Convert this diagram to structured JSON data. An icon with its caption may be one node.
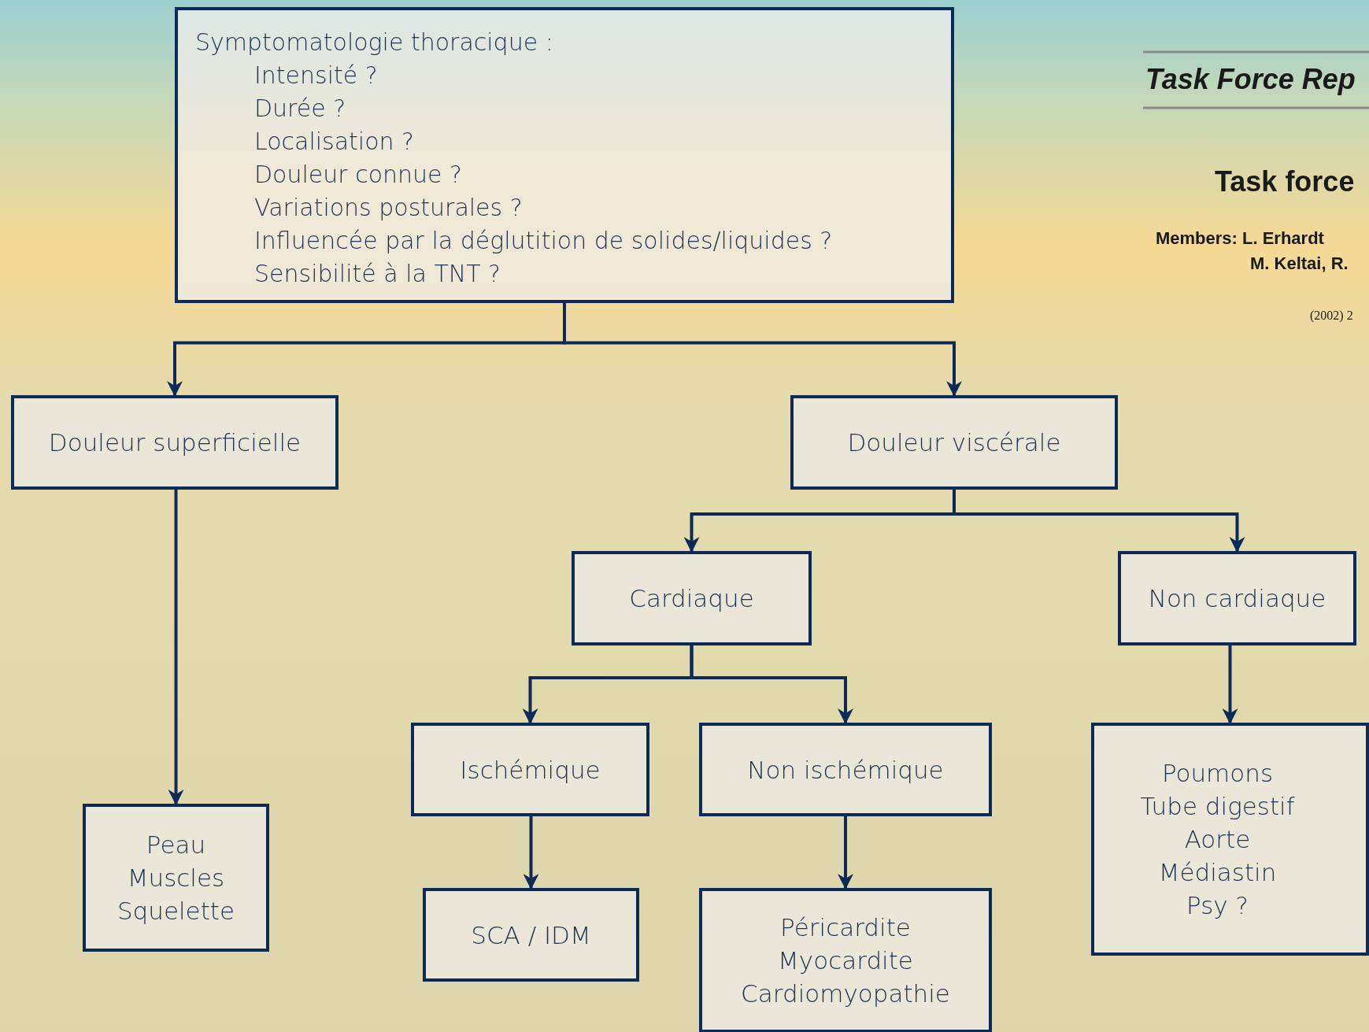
{
  "diagram": {
    "nodes": [
      {
        "text": [
          "Symptomatologie thoracique :",
          "Intensité ?",
          "Durée ?",
          "Localisation ?",
          "Douleur connue ?",
          "Variations posturales ?",
          "Influencée par la déglutition de solides/liquides ?",
          "Sensibilité à la TNT ?"
        ]
      },
      {
        "text": [
          "Douleur superficielle"
        ]
      },
      {
        "text": [
          "Douleur viscérale"
        ]
      },
      {
        "text": [
          "Cardiaque"
        ]
      },
      {
        "text": [
          "Non cardiaque"
        ]
      },
      {
        "text": [
          "Peau",
          "Muscles",
          "Squelette"
        ]
      },
      {
        "text": [
          "Ischémique"
        ]
      },
      {
        "text": [
          "Non ischémique"
        ]
      },
      {
        "text": [
          "SCA / IDM"
        ]
      },
      {
        "text": [
          "Péricardite",
          "Myocardite",
          "Cardiomyopathie"
        ]
      },
      {
        "text": [
          "Poumons",
          "Tube digestif",
          "Aorte",
          "Médiastin",
          "Psy ?"
        ]
      }
    ],
    "edges": [
      {
        "from": 0,
        "to": 1,
        "arrow": "to"
      },
      {
        "from": 0,
        "to": 2,
        "arrow": "to"
      },
      {
        "from": 2,
        "to": 3,
        "arrow": "to"
      },
      {
        "from": 2,
        "to": 4,
        "arrow": "to"
      },
      {
        "from": 1,
        "to": 5,
        "arrow": "to"
      },
      {
        "from": 3,
        "to": 6,
        "arrow": "to"
      },
      {
        "from": 3,
        "to": 7,
        "arrow": "to"
      },
      {
        "from": 4,
        "to": 10,
        "arrow": "to"
      },
      {
        "from": 6,
        "to": 8,
        "arrow": "to"
      },
      {
        "from": 7,
        "to": 9,
        "arrow": "to"
      }
    ],
    "labels": [
      "Task Force Rep",
      "Task force",
      "Members: L. Erhardt",
      "M. Keltai, R.",
      "(2002) 2"
    ]
  }
}
